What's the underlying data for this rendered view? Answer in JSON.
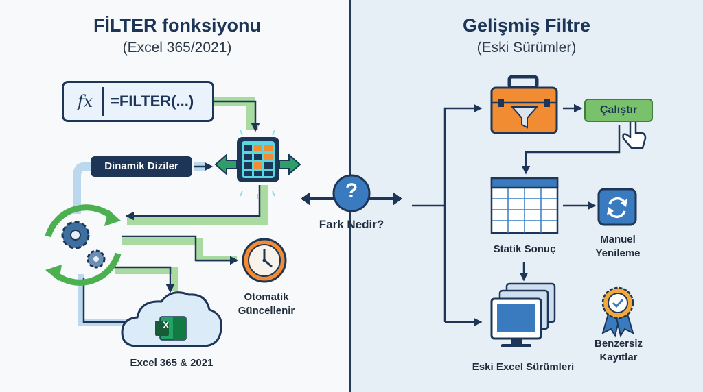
{
  "left": {
    "title": "FİLTER fonksiyonu",
    "subtitle": "(Excel 365/2021)",
    "formula_icon": "fx",
    "formula": "=FILTER(...)",
    "dynamic_arrays": "Dinamik Diziler",
    "auto_update": [
      "Otomatik",
      "Güncellenir"
    ],
    "excel_label": "Excel 365 & 2021",
    "excel_icon_letter": "X"
  },
  "center": {
    "question_mark": "?",
    "question": "Fark Nedir?"
  },
  "right": {
    "title": "Gelişmiş Filtre",
    "subtitle": "(Eski Sürümler)",
    "run_button": "Çalıştır",
    "static_result": "Statik Sonuç",
    "manual_refresh": [
      "Manuel",
      "Yenileme"
    ],
    "old_versions": "Eski Excel Sürümleri",
    "unique_records": [
      "Benzersiz",
      "Kayıtlar"
    ]
  },
  "colors": {
    "navy": "#1d3557",
    "green": "#79c26b",
    "light_blue": "#bcd8ef",
    "orange": "#f28c33",
    "blue": "#3a7bbf"
  },
  "icons": [
    "fx-icon",
    "grid-arrows-icon",
    "gears-cycle-icon",
    "clock-icon",
    "cloud-excel-icon",
    "question-icon",
    "toolbox-filter-icon",
    "pointer-hand-icon",
    "table-icon",
    "refresh-icon",
    "monitors-icon",
    "award-badge-icon"
  ]
}
